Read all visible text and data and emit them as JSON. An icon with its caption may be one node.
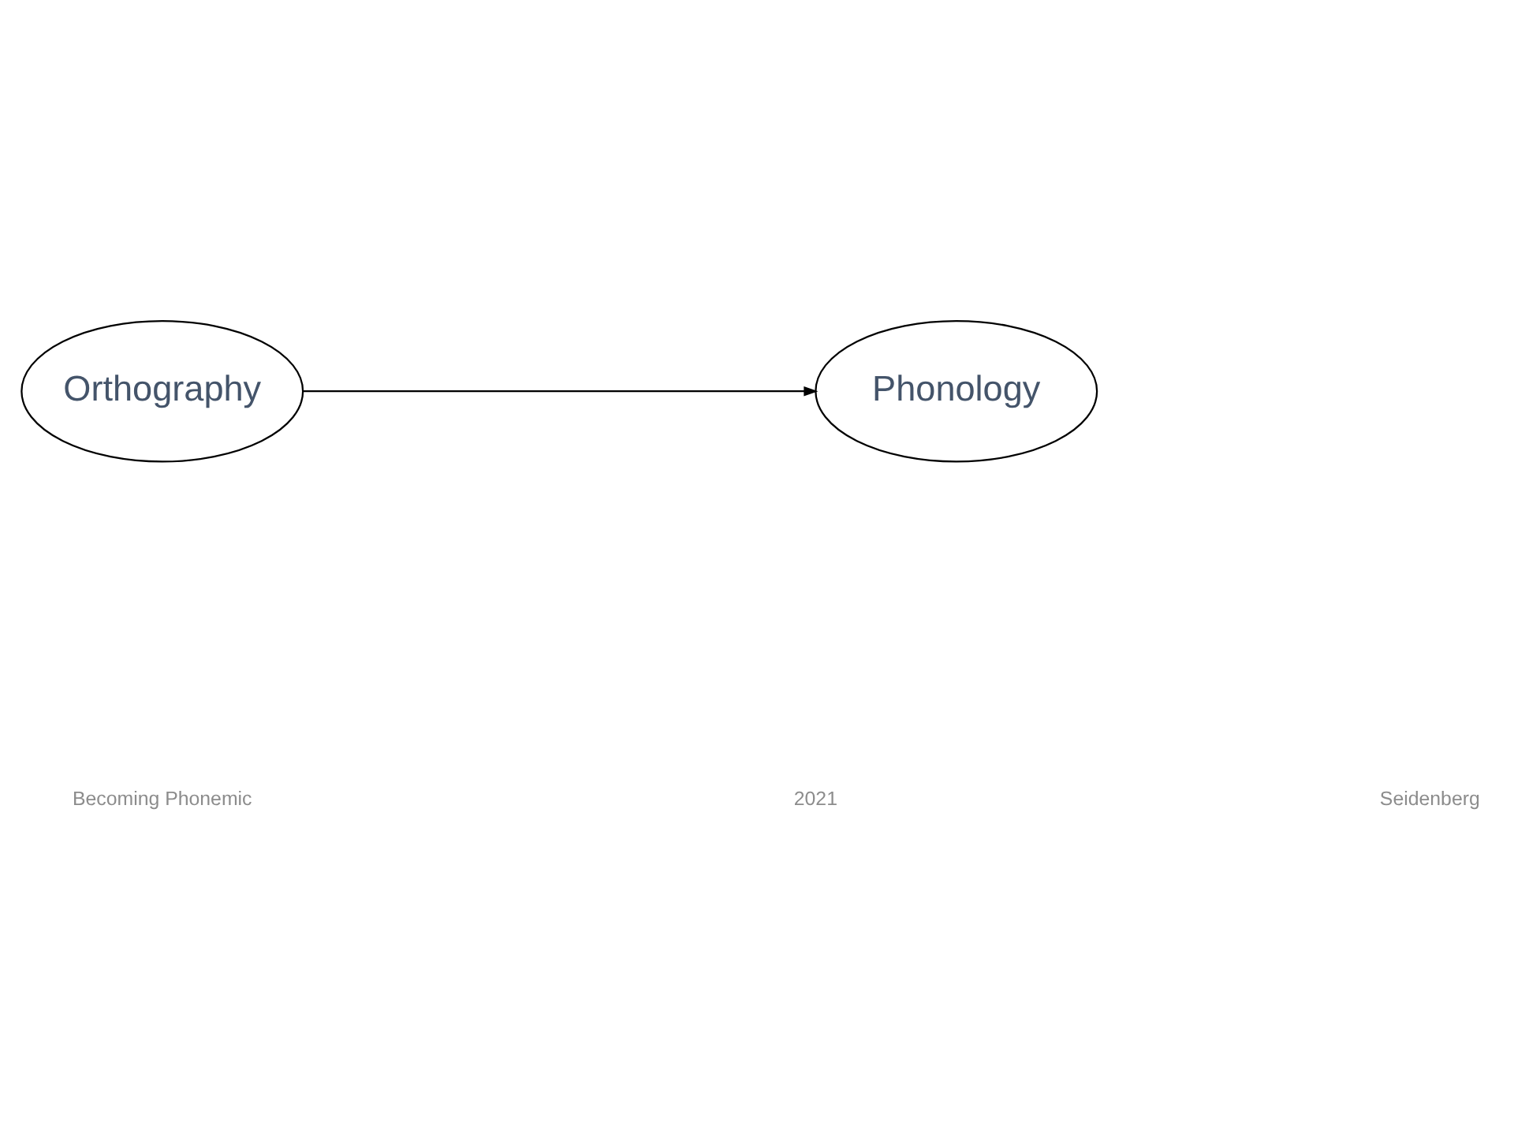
{
  "diagram": {
    "nodes": [
      {
        "text": [
          "Orthography"
        ]
      },
      {
        "text": [
          "Phonology"
        ]
      }
    ],
    "edges": [
      {
        "from": 0,
        "to": 1,
        "arrow": "to"
      }
    ],
    "labels": [
      "2021",
      "Becoming Phonemic",
      "Seidenberg"
    ]
  }
}
